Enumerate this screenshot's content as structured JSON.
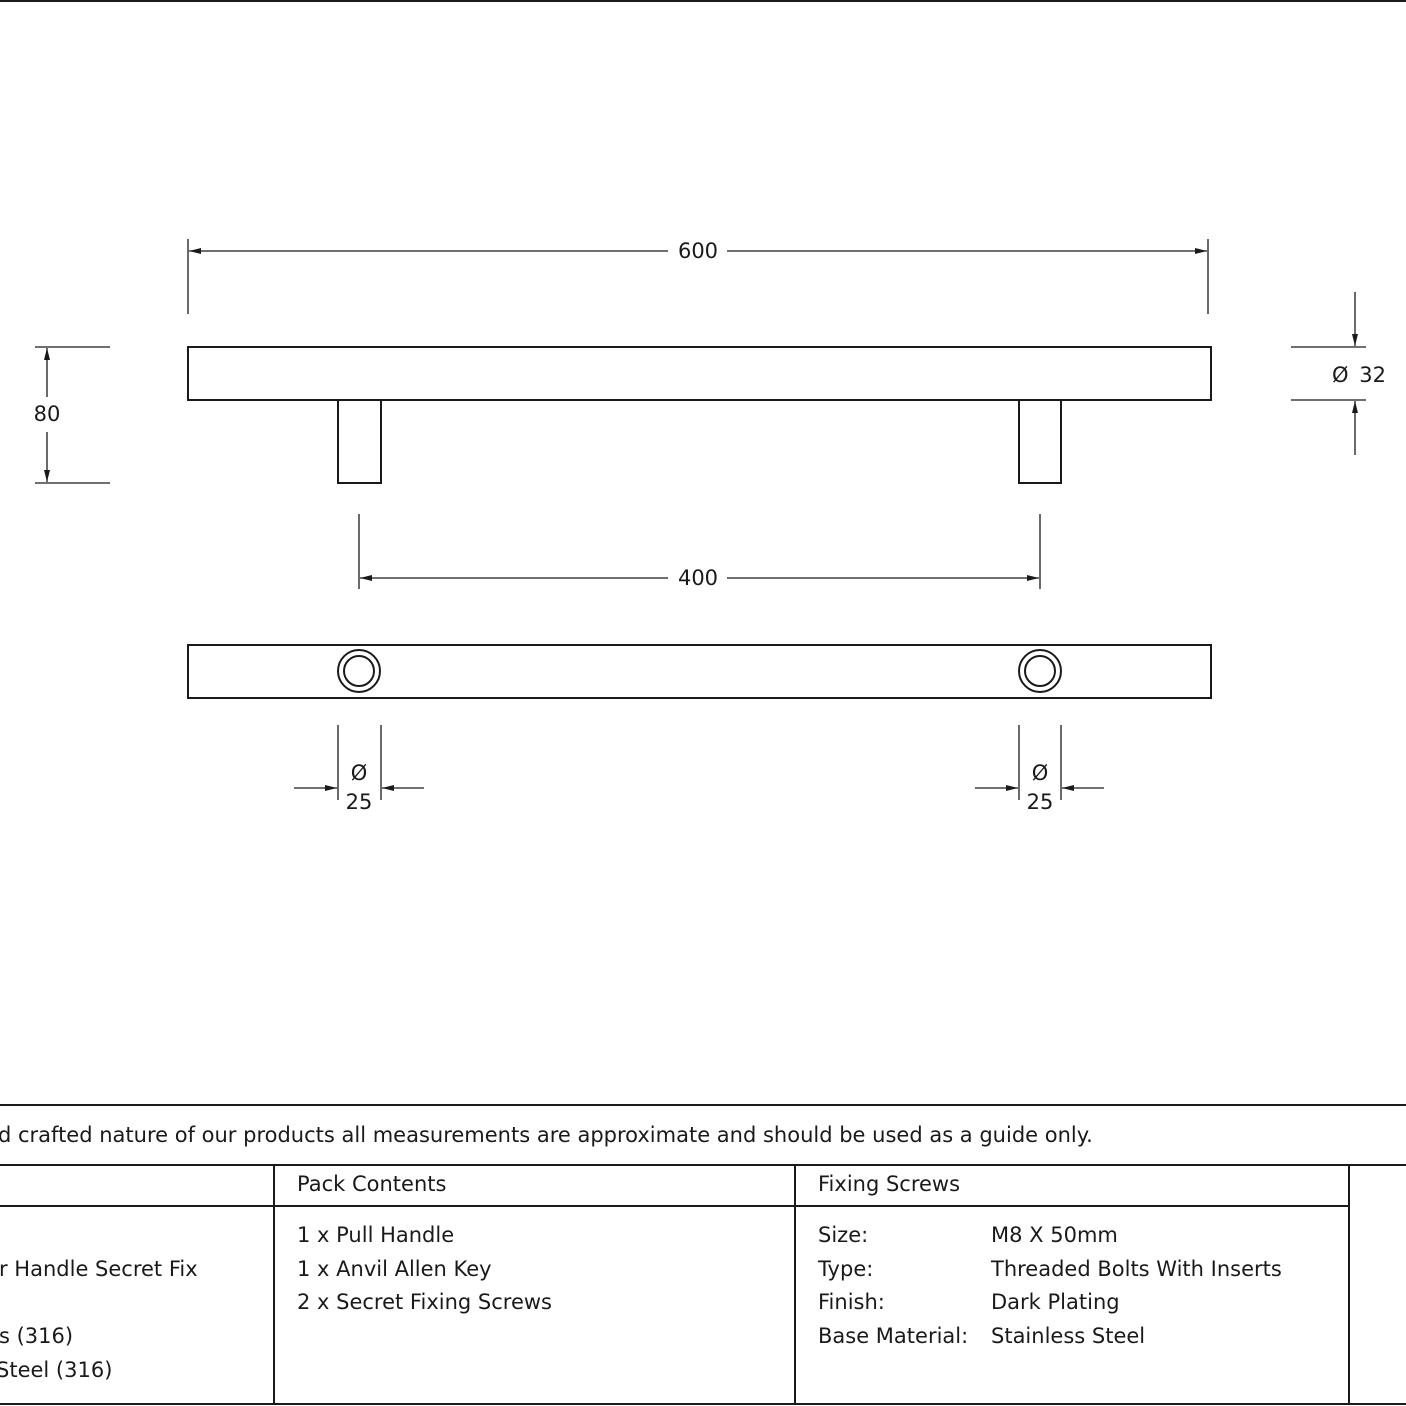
{
  "dimensions": {
    "overall_length": "600",
    "overall_height": "80",
    "bar_diameter_symbol": "Ø",
    "bar_diameter_value": "32",
    "centres": "400",
    "fixing_left_symbol": "Ø",
    "fixing_left_value": "25",
    "fixing_right_symbol": "Ø",
    "fixing_right_value": "25"
  },
  "disclaimer": "d crafted nature of our products all measurements are approximate and should be used as a guide only.",
  "table": {
    "col1": {
      "rows": [
        "r Handle Secret Fix",
        "s (316)",
        "Steel (316)"
      ]
    },
    "pack_contents": {
      "header": "Pack Contents",
      "items": [
        "1 x Pull Handle",
        "1 x Anvil Allen Key",
        "2 x Secret Fixing Screws"
      ]
    },
    "fixing_screws": {
      "header": "Fixing Screws",
      "specs": [
        {
          "label": "Size:",
          "value": "M8 X 50mm"
        },
        {
          "label": "Type:",
          "value": "Threaded Bolts With Inserts"
        },
        {
          "label": "Finish:",
          "value": "Dark Plating"
        },
        {
          "label": "Base Material:",
          "value": "Stainless Steel"
        }
      ]
    }
  }
}
